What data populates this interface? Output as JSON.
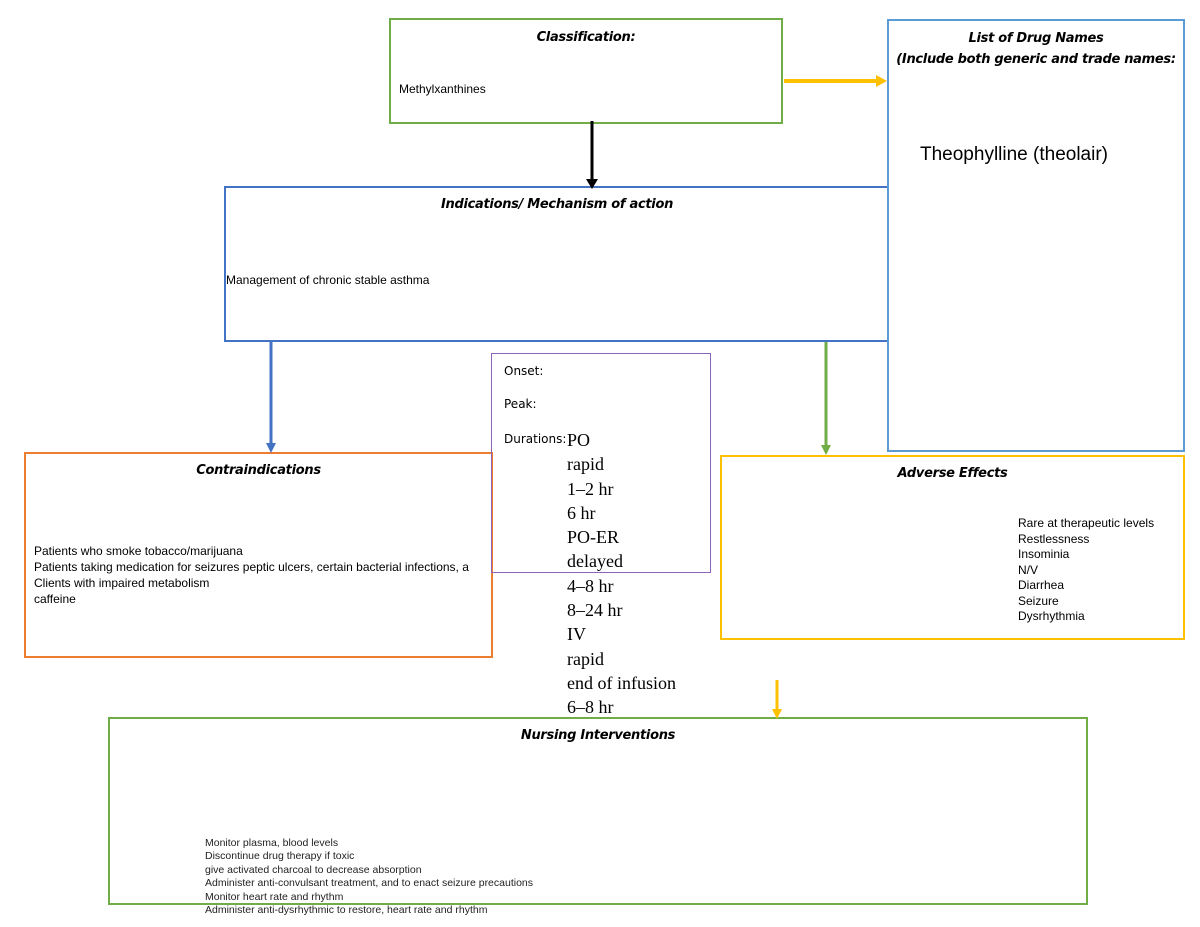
{
  "classification": {
    "title": "Classification:",
    "value": "Methylxanthines"
  },
  "drug_names": {
    "title_line1": "List of Drug Names",
    "title_line2": "(Include both generic and trade names:",
    "value": "Theophylline (theolair)"
  },
  "indications": {
    "title": "Indications/ Mechanism of action",
    "value": "Management of chronic stable asthma"
  },
  "pharmacokinetics": {
    "onset_label": "Onset:",
    "peak_label": "Peak:",
    "duration_label": "Durations:",
    "values": [
      "PO",
      "rapid",
      "1–2 hr",
      "6 hr",
      "PO-ER",
      "delayed",
      "4–8 hr",
      "8–24 hr",
      "IV",
      "rapid",
      "end of infusion",
      "6–8 hr"
    ]
  },
  "contraindications": {
    "title": "Contraindications",
    "items": [
      "Patients who smoke tobacco/marijuana",
      "Patients taking medication for seizures peptic ulcers, certain bacterial infections, a",
      "Clients with impaired metabolism",
      "caffeine"
    ]
  },
  "adverse_effects": {
    "title": "Adverse Effects",
    "items": [
      "Rare at therapeutic levels",
      "Restlessness",
      "Insominia",
      "N/V",
      "Diarrhea",
      "Seizure",
      "Dysrhythmia"
    ]
  },
  "nursing_interventions": {
    "title": "Nursing Interventions",
    "items": [
      "Monitor plasma, blood levels",
      "Discontinue drug therapy if toxic",
      "give activated charcoal to decrease absorption",
      "Administer anti-convulsant treatment, and to enact seizure precautions",
      "Monitor heart rate and rhythm",
      "Administer anti-dysrhythmic to restore, heart rate and rhythm"
    ]
  },
  "colors": {
    "green": "#70ad47",
    "blue_light": "#5b9bd5",
    "blue": "#4472c4",
    "orange": "#ed7d31",
    "yellow": "#ffc000",
    "purple": "#8e63b8"
  }
}
